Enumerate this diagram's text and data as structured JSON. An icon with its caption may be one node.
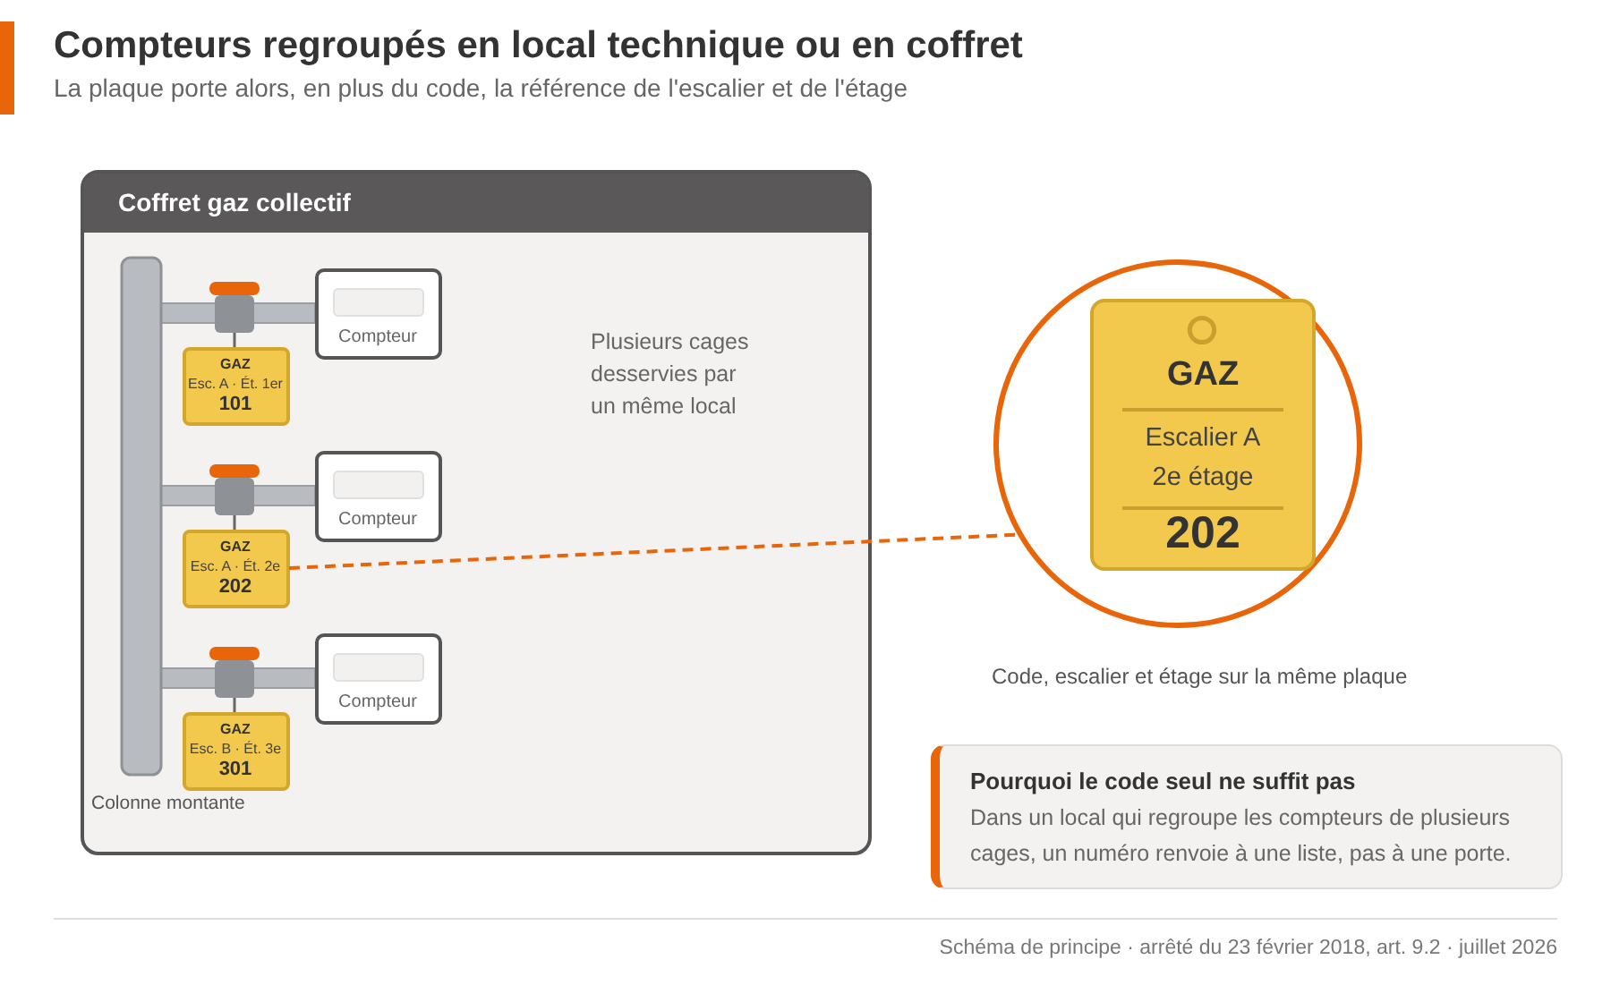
{
  "diagram": {
    "title": "Compteurs regroupés en local technique ou en coffret",
    "nodes": [
      {
        "text": [
          "Coffret gaz collectif"
        ]
      },
      {
        "text": [],
        "shape": "bar",
        "in": 0
      },
      {
        "text": [
          "Compteur"
        ],
        "in": 0
      },
      {
        "text": [
          "GAZ",
          "Esc. A · Ét. 1er",
          "101"
        ],
        "in": 0
      },
      {
        "text": [
          "Compteur"
        ],
        "in": 0
      },
      {
        "text": [
          "GAZ",
          "Esc. A · Ét. 2e",
          "202"
        ],
        "in": 0
      },
      {
        "text": [
          "Compteur"
        ],
        "in": 0
      },
      {
        "text": [
          "GAZ",
          "Esc. B · Ét. 3e",
          "301"
        ],
        "in": 0
      },
      {
        "text": [],
        "shape": "circle",
        "beside": [
          "Code, escalier et étage sur la même plaque"
        ]
      },
      {
        "text": [
          "GAZ",
          "Escalier A 2e étage",
          "202"
        ],
        "in": 8
      },
      {
        "text": [
          "Pourquoi le code seul ne suffit pas",
          "Dans un local qui regroupe les compteurs de plusieurs cages, un numéro renvoie à une liste, pas à une porte."
        ]
      }
    ],
    "edges": [
      {
        "from": 5,
        "to": 8,
        "arrow": "none",
        "style": "dashed"
      }
    ],
    "labels": [
      "La plaque porte alors, en plus du code, la référence de l'escalier et de l'étage",
      "Plusieurs cages desservies par un même local",
      "Colonne montante",
      "Schéma de principe · arrêté du 23 février 2018, art. 9.2 · juillet 2026"
    ]
  }
}
